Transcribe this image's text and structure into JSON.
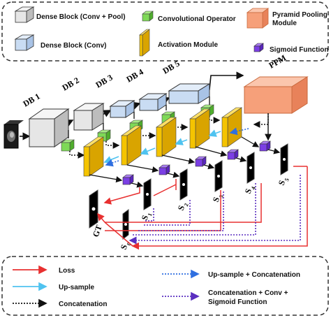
{
  "legend_top": {
    "dense_block_conv_pool": "Dense Block (Conv + Pool)",
    "dense_block_conv": "Dense Block (Conv)",
    "convolutional_operator": "Convolutional Operator",
    "activation_module": "Activation Module",
    "pyramid_pooling_line1": "Pyramid Pooling",
    "pyramid_pooling_line2": "Module",
    "sigmoid_function": "Sigmoid Function"
  },
  "blocks": {
    "db1": "DB 1",
    "db2": "DB 2",
    "db3": "DB 3",
    "db4": "DB 4",
    "db5": "DB 5",
    "ppm": "PPM"
  },
  "outputs": {
    "gt": "GT",
    "s0": "S",
    "s0_sub": "0",
    "s1": "S",
    "s1_sub": "1",
    "s2": "S",
    "s2_sub": "2",
    "s3": "S",
    "s3_sub": "3",
    "s4": "S",
    "s4_sub": "4",
    "s5": "S",
    "s5_sub": "5"
  },
  "legend_bottom": {
    "loss": "Loss",
    "upsample": "Up-sample",
    "concatenation": "Concatenation",
    "upsample_concat": "Up-sample + Concatenation",
    "concat_conv_sigmoid_line1": "Concatenation + Conv +",
    "concat_conv_sigmoid_line2": "Sigmoid Function"
  },
  "colors": {
    "loss": "#e83030",
    "upsample": "#4fc3f0",
    "concatenation": "#111111",
    "upsample_concat": "#2f6fe0",
    "concat_conv_sigmoid": "#5a2fc0",
    "dense_pool": "#e6e6e6",
    "dense_conv": "#c9dcf3",
    "conv_op": "#7ed957",
    "activation": "#f5c400",
    "ppm": "#f6a07a",
    "sigmoid": "#7b3fe4"
  }
}
